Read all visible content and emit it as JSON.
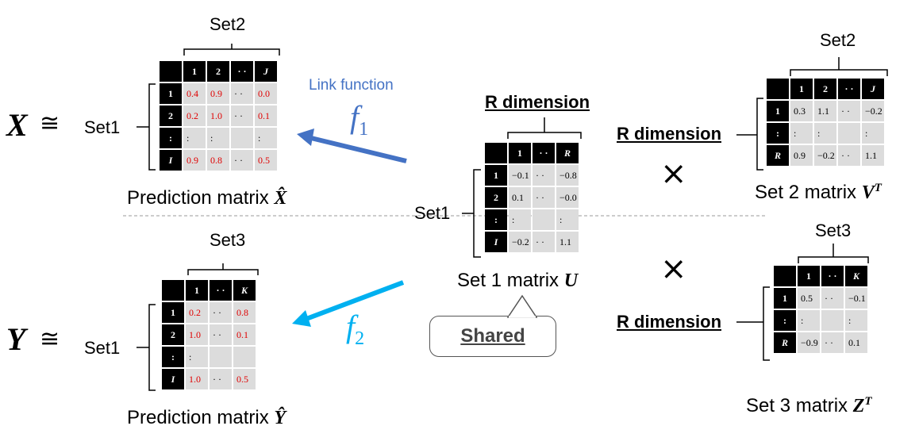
{
  "left_top": {
    "lhs": "X",
    "approx": "≅",
    "set1_label": "Set1",
    "set2_label": "Set2",
    "caption_text": "Prediction matrix ",
    "caption_sym": "X̂",
    "header": [
      "1",
      "2",
      "· ·",
      "J"
    ],
    "rows": [
      {
        "h": "1",
        "cells": [
          "0.4",
          "0.9",
          "· ·",
          "0.0"
        ]
      },
      {
        "h": "2",
        "cells": [
          "0.2",
          "1.0",
          "· ·",
          "0.1"
        ]
      },
      {
        "h": ":",
        "cells": [
          ":",
          ":",
          "",
          ":"
        ]
      },
      {
        "h": "I",
        "cells": [
          "0.9",
          "0.8",
          "· ·",
          "0.5"
        ]
      }
    ]
  },
  "left_bottom": {
    "lhs": "Y",
    "approx": "≅",
    "set1_label": "Set1",
    "set3_label": "Set3",
    "caption_text": "Prediction matrix ",
    "caption_sym": "Ŷ",
    "header": [
      "1",
      "· ·",
      "K"
    ],
    "rows": [
      {
        "h": "1",
        "cells": [
          "0.2",
          "· ·",
          "0.8"
        ]
      },
      {
        "h": "2",
        "cells": [
          "1.0",
          "· ·",
          "0.1"
        ]
      },
      {
        "h": ":",
        "cells": [
          ":",
          "",
          ""
        ]
      },
      {
        "h": "I",
        "cells": [
          "1.0",
          "· ·",
          "0.5"
        ]
      }
    ]
  },
  "link": {
    "label": "Link function",
    "f1": "f",
    "f1_sub": "1",
    "f2": "f",
    "f2_sub": "2"
  },
  "center": {
    "rdim": "R dimension",
    "set1_label": "Set1",
    "caption_text": "Set 1 matrix ",
    "caption_sym": "U",
    "shared": "Shared",
    "header": [
      "1",
      "· ·",
      "R"
    ],
    "rows": [
      {
        "h": "1",
        "cells": [
          "−0.1",
          "· ·",
          "−0.8"
        ]
      },
      {
        "h": "2",
        "cells": [
          "0.1",
          "· ·",
          "−0.0"
        ]
      },
      {
        "h": ":",
        "cells": [
          ":",
          "",
          ":"
        ]
      },
      {
        "h": "I",
        "cells": [
          "−0.2",
          "· ·",
          "1.1"
        ]
      }
    ]
  },
  "right_top": {
    "set2_label": "Set2",
    "rdim": "R dimension",
    "caption_text": "Set 2 matrix ",
    "caption_sym": "V",
    "caption_sup": "T",
    "header": [
      "1",
      "2",
      "· ·",
      "J"
    ],
    "rows": [
      {
        "h": "1",
        "cells": [
          "0.3",
          "1.1",
          "· ·",
          "−0.2"
        ]
      },
      {
        "h": ":",
        "cells": [
          ":",
          ":",
          "",
          ":"
        ]
      },
      {
        "h": "R",
        "cells": [
          "0.9",
          "−0.2",
          "· ·",
          "1.1"
        ]
      }
    ]
  },
  "right_bottom": {
    "set3_label": "Set3",
    "rdim": "R dimension",
    "caption_text": "Set 3 matrix ",
    "caption_sym": "Z",
    "caption_sup": "T",
    "header": [
      "1",
      "· ·",
      "K"
    ],
    "rows": [
      {
        "h": "1",
        "cells": [
          "0.5",
          "· ·",
          "−0.1"
        ]
      },
      {
        "h": ":",
        "cells": [
          ":",
          "",
          ":"
        ]
      },
      {
        "h": "R",
        "cells": [
          "−0.9",
          "· ·",
          "0.1"
        ]
      }
    ]
  },
  "times": "×",
  "colors": {
    "f1_arrow": "#4472c4",
    "f2_arrow": "#00b0f0",
    "pred_values": "#e00000"
  }
}
